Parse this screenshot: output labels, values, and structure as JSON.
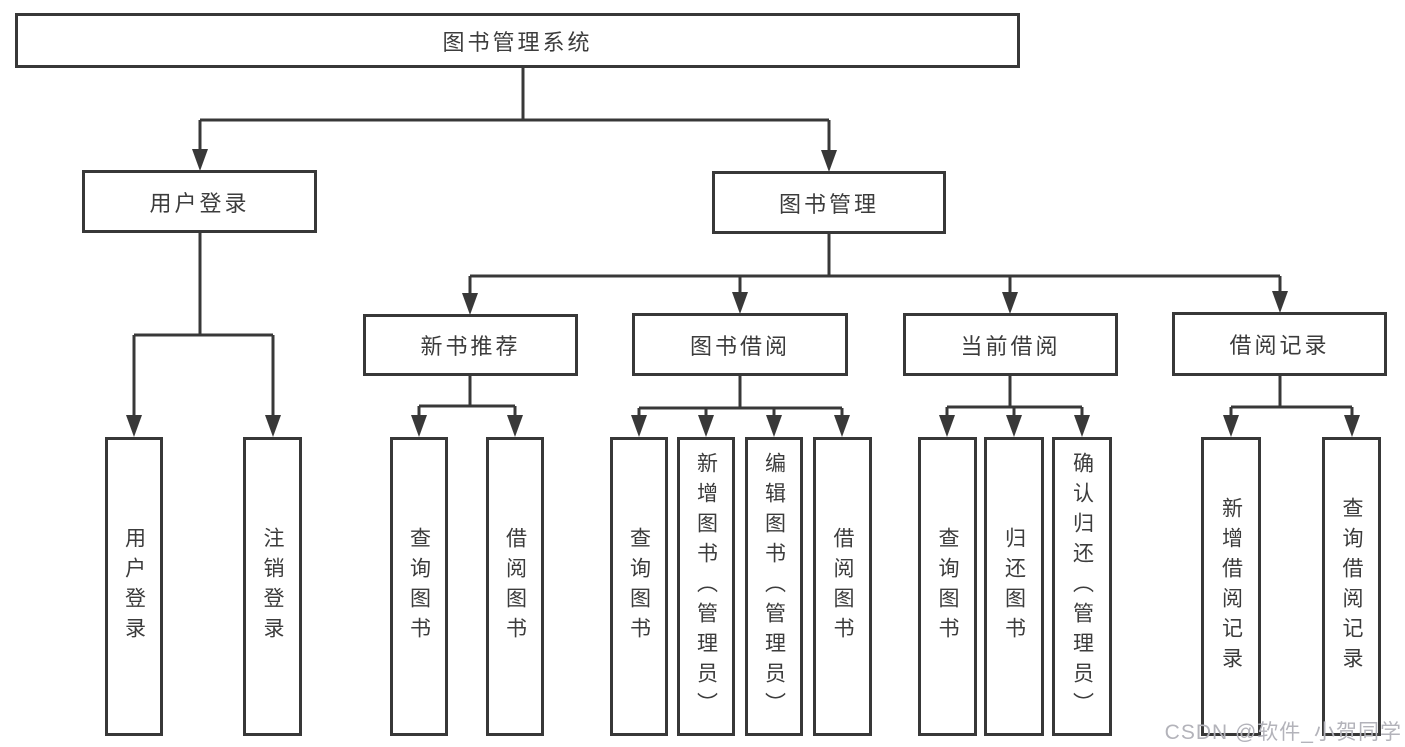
{
  "diagram": {
    "root": {
      "label": "图书管理系统"
    },
    "level2": [
      {
        "label": "用户登录"
      },
      {
        "label": "图书管理"
      }
    ],
    "level3": [
      {
        "label": "新书推荐"
      },
      {
        "label": "图书借阅"
      },
      {
        "label": "当前借阅"
      },
      {
        "label": "借阅记录"
      }
    ],
    "leaves": {
      "user_login": [
        {
          "label": "用户登录"
        },
        {
          "label": "注销登录"
        }
      ],
      "new_book": [
        {
          "label": "查询图书"
        },
        {
          "label": "借阅图书"
        }
      ],
      "book_borrow": [
        {
          "label": "查询图书"
        },
        {
          "label": "新增图书（管理员）"
        },
        {
          "label": "编辑图书（管理员）"
        },
        {
          "label": "借阅图书"
        }
      ],
      "current_borrow": [
        {
          "label": "查询图书"
        },
        {
          "label": "归还图书"
        },
        {
          "label": "确认归还（管理员）"
        }
      ],
      "borrow_records": [
        {
          "label": "新增借阅记录"
        },
        {
          "label": "查询借阅记录"
        }
      ]
    },
    "colors": {
      "line": "#383838",
      "text": "#3c3c3c",
      "watermark": "#b3b3ba"
    }
  },
  "watermark": {
    "text": "CSDN @软件_小贺同学"
  }
}
